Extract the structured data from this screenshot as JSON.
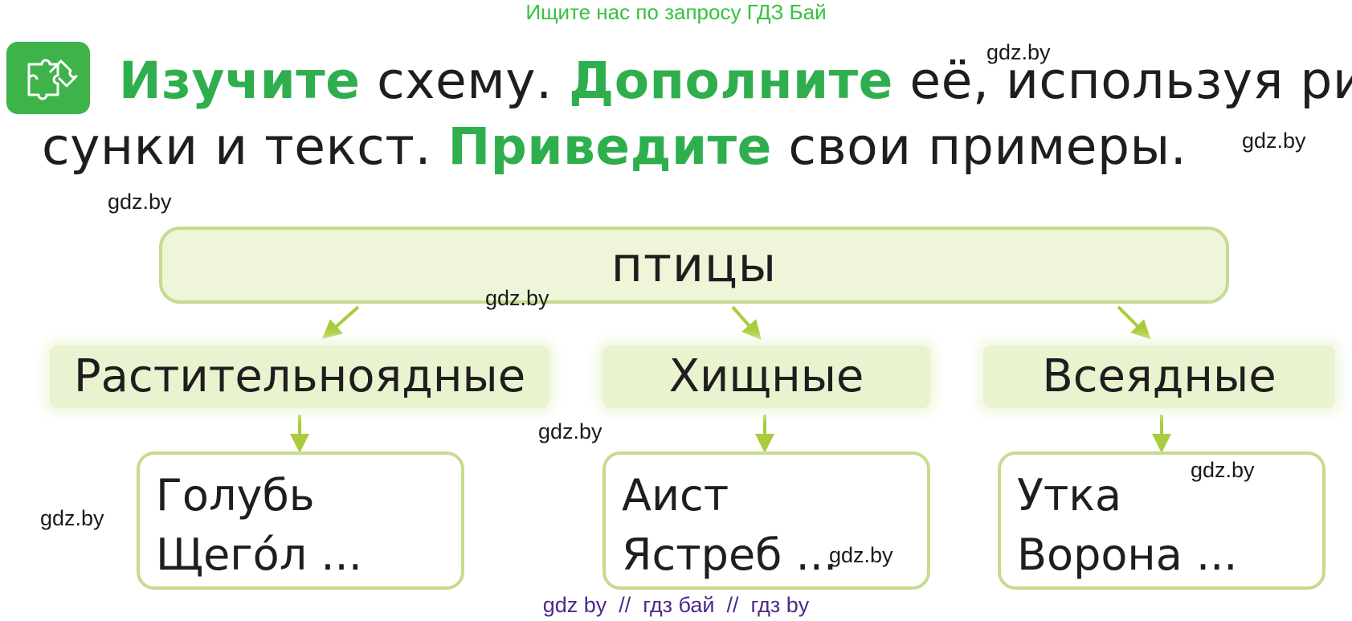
{
  "banner": "Ищите нас по запросу ГДЗ Бай",
  "task": {
    "icon": "puzzle-icon",
    "line1": [
      {
        "text": "Изучите",
        "bold": true
      },
      {
        "text": " схему. ",
        "bold": false
      },
      {
        "text": "Дополните",
        "bold": true
      },
      {
        "text": " её, используя ри-",
        "bold": false
      }
    ],
    "line2": [
      {
        "text": "сунки и текст. ",
        "bold": false
      },
      {
        "text": "Приведите",
        "bold": true
      },
      {
        "text": " свои примеры.",
        "bold": false
      }
    ]
  },
  "scheme": {
    "root": "птицы",
    "categories": [
      {
        "label": "Растительноядные",
        "examples": [
          "Голубь",
          "Щего́л ..."
        ]
      },
      {
        "label": "Хищные",
        "examples": [
          "Аист",
          "Ястреб ..."
        ]
      },
      {
        "label": "Всеядные",
        "examples": [
          "Утка",
          "Ворона ..."
        ]
      }
    ]
  },
  "watermarks": [
    "gdz.by",
    "gdz.by",
    "gdz.by",
    "gdz.by",
    "gdz.by",
    "gdz.by",
    "gdz.by",
    "gdz.by"
  ],
  "footer": "gdz by  //  гдз бай  //  гдз by",
  "colors": {
    "accent_green": "#2fae4e",
    "banner_green": "#35c23f",
    "box_fill": "#eef5d8",
    "box_border": "#c5db8e",
    "arrow": "#a8cc3c",
    "footer_purple": "#4b2a8a"
  }
}
